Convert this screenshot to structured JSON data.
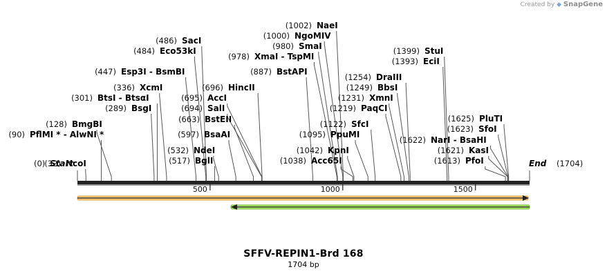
{
  "credit": {
    "prefix": "Created by",
    "brand": "SnapGene"
  },
  "map": {
    "title": "SFFV-REPIN1-Brd 168",
    "subtitle": "1704 bp",
    "length": 1704,
    "start_label": "Start",
    "end_label": "End",
    "start_pos": "(0)",
    "end_pos": "(1704)",
    "ticks": [
      "500",
      "1000",
      "1500"
    ],
    "colors": {
      "orange_feature": "#f5c97b",
      "green_feature": "#a8e06a",
      "arrow": "#222222"
    },
    "sites": [
      {
        "pos": "(32)",
        "name": "NcoI"
      },
      {
        "pos": "(90)",
        "name": "PflMI * - AlwNI *"
      },
      {
        "pos": "(128)",
        "name": "BmgBI"
      },
      {
        "pos": "(289)",
        "name": "BsgI"
      },
      {
        "pos": "(301)",
        "name": "BtsI - BtsαI"
      },
      {
        "pos": "(336)",
        "name": "XcmI"
      },
      {
        "pos": "(447)",
        "name": "Esp3I - BsmBI"
      },
      {
        "pos": "(484)",
        "name": "Eco53kI"
      },
      {
        "pos": "(486)",
        "name": "SacI"
      },
      {
        "pos": "(517)",
        "name": "BglI"
      },
      {
        "pos": "(532)",
        "name": "NdeI"
      },
      {
        "pos": "(597)",
        "name": "BsaAI"
      },
      {
        "pos": "(663)",
        "name": "BstEII"
      },
      {
        "pos": "(694)",
        "name": "SalI"
      },
      {
        "pos": "(695)",
        "name": "AccI"
      },
      {
        "pos": "(696)",
        "name": "HincII"
      },
      {
        "pos": "(887)",
        "name": "BstAPI"
      },
      {
        "pos": "(978)",
        "name": "XmaI - TspMI"
      },
      {
        "pos": "(980)",
        "name": "SmaI"
      },
      {
        "pos": "(1000)",
        "name": "NgoMIV"
      },
      {
        "pos": "(1002)",
        "name": "NaeI"
      },
      {
        "pos": "(1038)",
        "name": "Acc65I"
      },
      {
        "pos": "(1042)",
        "name": "KpnI"
      },
      {
        "pos": "(1095)",
        "name": "PpuMI"
      },
      {
        "pos": "(1122)",
        "name": "SfcI"
      },
      {
        "pos": "(1219)",
        "name": "PaqCI"
      },
      {
        "pos": "(1231)",
        "name": "XmnI"
      },
      {
        "pos": "(1249)",
        "name": "BbsI"
      },
      {
        "pos": "(1254)",
        "name": "DraIII"
      },
      {
        "pos": "(1393)",
        "name": "EciI"
      },
      {
        "pos": "(1399)",
        "name": "StuI"
      },
      {
        "pos": "(1613)",
        "name": "PfoI"
      },
      {
        "pos": "(1621)",
        "name": "KasI"
      },
      {
        "pos": "(1622)",
        "name": "NarI - BsaHI"
      },
      {
        "pos": "(1623)",
        "name": "SfoI"
      },
      {
        "pos": "(1625)",
        "name": "PluTI"
      }
    ]
  }
}
